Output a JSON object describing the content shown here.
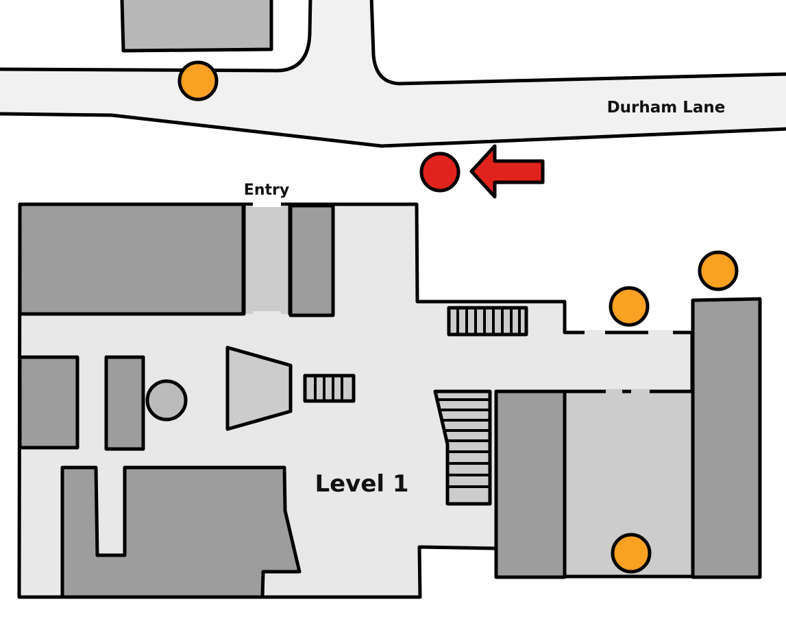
{
  "map": {
    "street_label": "Durham Lane",
    "entry_label": "Entry",
    "level_label": "Level 1"
  },
  "colors": {
    "road": "#f1f1f1",
    "floor": "#e8e8e8",
    "block_dark": "#9d9d9d",
    "block_light": "#cccccc",
    "block_top": "#b8b8b8",
    "poi_orange": "#f8a122",
    "you_are_here_red": "#e0241d",
    "direction_arrow_red": "#e0241d"
  },
  "icons": {
    "points_of_interest": "orange-circle-icon",
    "current_location": "red-circle-icon",
    "direction": "left-arrow-icon",
    "stairs": "stairs-icon"
  }
}
